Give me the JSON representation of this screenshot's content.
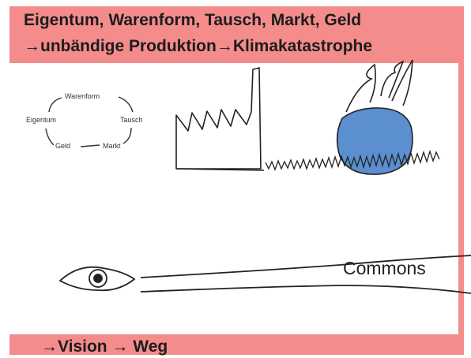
{
  "header": {
    "line1": "Eigentum, Warenform, Tausch, Markt, Geld",
    "line2": "→unbändige Produktion→Klimakatastrophe"
  },
  "cycle": {
    "top": "Warenform",
    "left": "Eigentum",
    "right": "Tausch",
    "bottom_left": "Geld",
    "bottom_right": "Markt"
  },
  "commons_label": "Commons",
  "footer": {
    "text": "→Vision → Weg"
  },
  "colors": {
    "frame": "#f48c8c",
    "globe": "#5b8fd0"
  }
}
